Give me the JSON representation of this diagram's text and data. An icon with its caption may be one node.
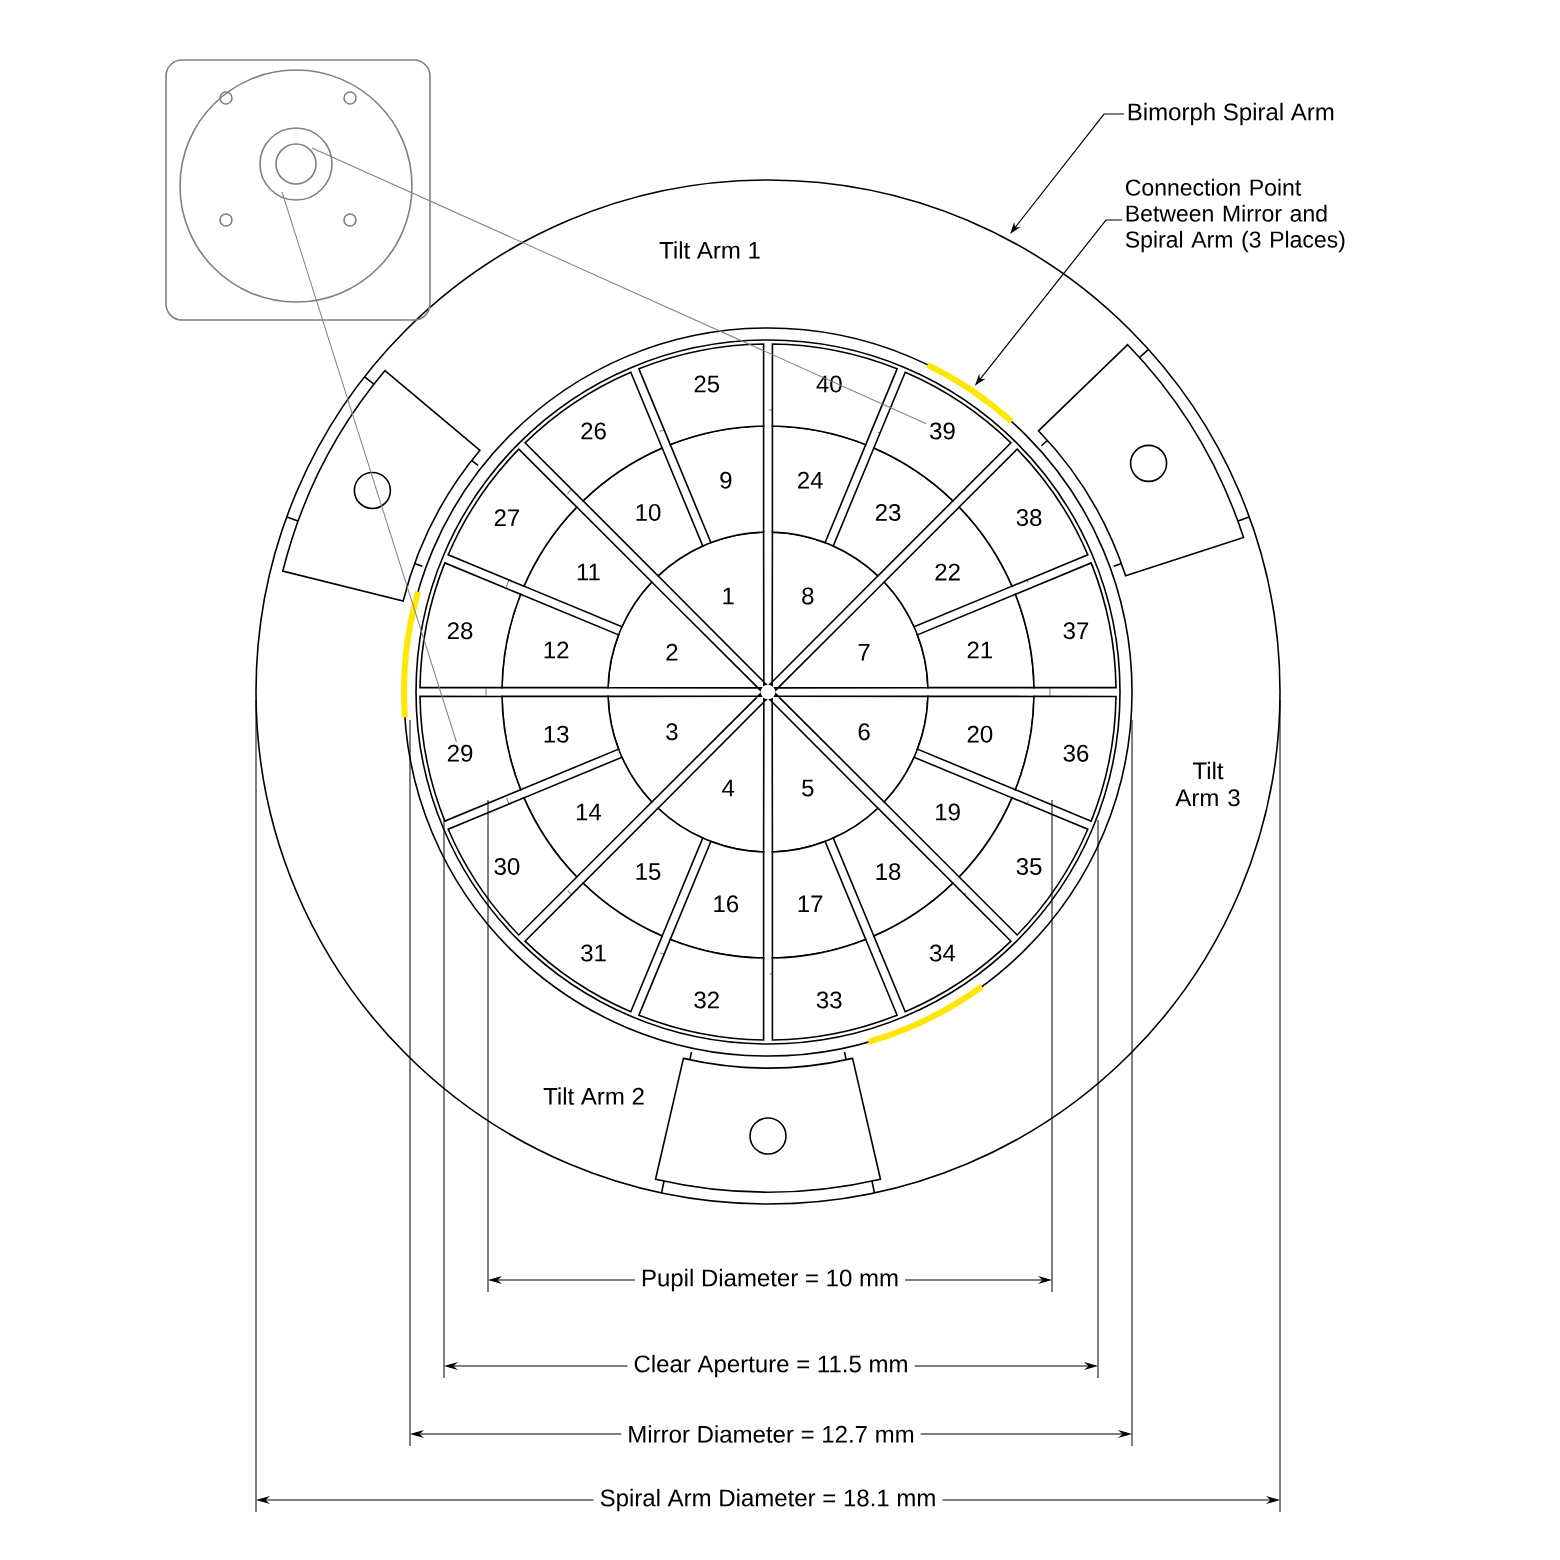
{
  "diagram": {
    "nodes": [
      {
        "text": [],
        "shape": "picture"
      },
      {
        "text": [
          "Bimorph Spiral Arm"
        ]
      },
      {
        "text": [
          "Connection Point Between Mirror and Spiral Arm (3 Places)"
        ]
      },
      {
        "text": [
          "1"
        ]
      },
      {
        "text": [
          "2"
        ]
      },
      {
        "text": [
          "3"
        ]
      },
      {
        "text": [
          "4"
        ]
      },
      {
        "text": [
          "5"
        ]
      },
      {
        "text": [
          "6"
        ]
      },
      {
        "text": [
          "7"
        ]
      },
      {
        "text": [
          "8"
        ]
      },
      {
        "text": [
          "9"
        ]
      },
      {
        "text": [
          "10"
        ]
      },
      {
        "text": [
          "11"
        ]
      },
      {
        "text": [
          "12"
        ]
      },
      {
        "text": [
          "13"
        ]
      },
      {
        "text": [
          "14"
        ]
      },
      {
        "text": [
          "15"
        ]
      },
      {
        "text": [
          "16"
        ]
      },
      {
        "text": [
          "17"
        ]
      },
      {
        "text": [
          "18"
        ]
      },
      {
        "text": [
          "19"
        ]
      },
      {
        "text": [
          "20"
        ]
      },
      {
        "text": [
          "21"
        ]
      },
      {
        "text": [
          "22"
        ]
      },
      {
        "text": [
          "23"
        ]
      },
      {
        "text": [
          "24"
        ]
      },
      {
        "text": [
          "25"
        ]
      },
      {
        "text": [
          "26"
        ]
      },
      {
        "text": [
          "27"
        ]
      },
      {
        "text": [
          "28"
        ]
      },
      {
        "text": [
          "29"
        ]
      },
      {
        "text": [
          "30"
        ]
      },
      {
        "text": [
          "31"
        ]
      },
      {
        "text": [
          "32"
        ]
      },
      {
        "text": [
          "33"
        ]
      },
      {
        "text": [
          "34"
        ]
      },
      {
        "text": [
          "35"
        ]
      },
      {
        "text": [
          "36"
        ]
      },
      {
        "text": [
          "37"
        ]
      },
      {
        "text": [
          "38"
        ]
      },
      {
        "text": [
          "39"
        ]
      },
      {
        "text": [
          "40"
        ]
      },
      {
        "text": [],
        "shape": "arc"
      },
      {
        "text": [],
        "shape": "arc"
      },
      {
        "text": [],
        "shape": "arc"
      }
    ],
    "edges": [
      {
        "from": 1,
        "to": null,
        "arrow": "to"
      },
      {
        "from": 2,
        "to": 43,
        "arrow": "to"
      },
      {
        "from": 0,
        "to": 41,
        "arrow": "none",
        "color": "#808080"
      },
      {
        "from": 0,
        "to": 31,
        "arrow": "none",
        "color": "#808080"
      }
    ],
    "labels": [
      "Tilt Arm 1",
      "Tilt Arm 3",
      "Tilt Arm 2",
      "Pupil Diameter = 10 mm",
      "Clear Aperture = 11.5 mm",
      "Mirror Diameter = 12.7 mm",
      "Spiral Arm Diameter = 18.1 mm"
    ]
  }
}
